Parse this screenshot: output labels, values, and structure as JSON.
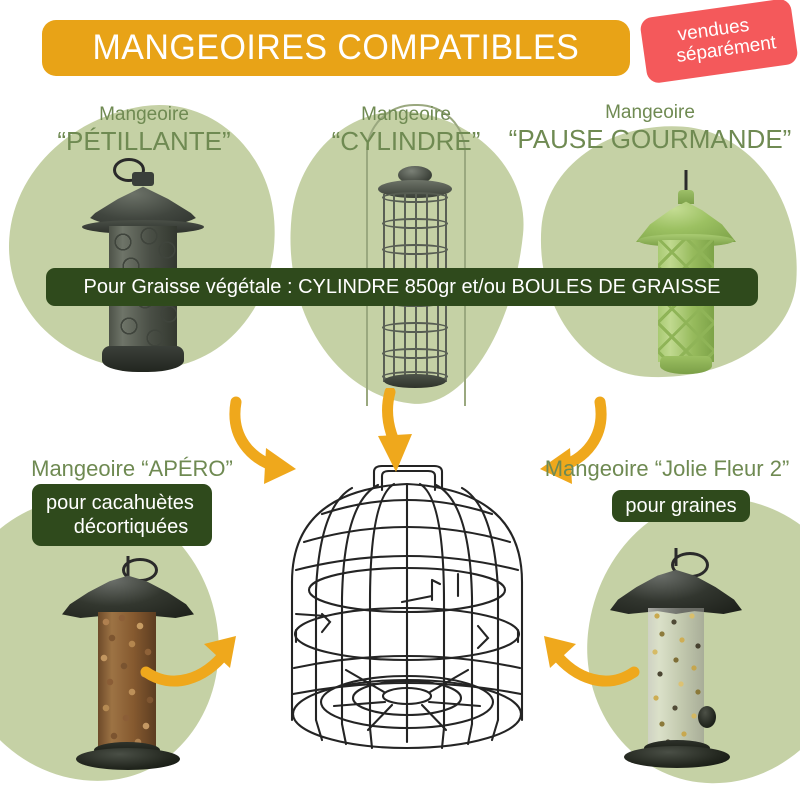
{
  "header": {
    "title": "MANGEOIRES COMPATIBLES",
    "badge": {
      "line1": "vendues",
      "line2": "séparément"
    },
    "colors": {
      "title_bar": "#E8A317",
      "badge": "#F4595B",
      "badge_text": "#FFFFFF",
      "title_text": "#FFFFFF"
    }
  },
  "palette": {
    "background": "#FFFFFF",
    "blob_green": "#C5D1A5",
    "caption_green": "#6F8A52",
    "tag_dark_green": "#2F4A1C",
    "arrow_orange": "#EFA81C",
    "wire_black": "#242424",
    "feeder_light_green": "#9CC162",
    "feeder_dark_grey": "#3F443C"
  },
  "top_row": [
    {
      "id": "petillante",
      "caption_prefix": "Mangeoire",
      "caption_name": "“PÉTILLANTE”",
      "icon": "bird-feeder-fat-cylinder-icon"
    },
    {
      "id": "cylindre",
      "caption_prefix": "Mangeoire",
      "caption_name": "“CYLINDRE”",
      "icon": "bird-feeder-wire-cylinder-icon"
    },
    {
      "id": "pause-gourmande",
      "caption_prefix": "Mangeoire",
      "caption_name": "“PAUSE GOURMANDE”",
      "icon": "bird-feeder-green-lantern-icon"
    }
  ],
  "banner": {
    "text": "Pour Graisse végétale : CYLINDRE 850gr et/ou BOULES DE GRAISSE"
  },
  "bottom_row": [
    {
      "id": "apero",
      "caption": "Mangeoire “APÉRO”",
      "tag_line1": "pour cacahuètes",
      "tag_line2": "décortiquées",
      "icon": "bird-feeder-peanut-icon"
    },
    {
      "id": "jolie-fleur-2",
      "caption": "Mangeoire “Jolie Fleur 2”",
      "tag_line1": "pour graines",
      "icon": "bird-feeder-seed-icon"
    }
  ],
  "center_product": {
    "icon": "protective-wire-cage-dome-icon"
  },
  "arrows": [
    {
      "id": "arrow-left-top",
      "direction": "down-right",
      "icon": "curved-arrow-icon"
    },
    {
      "id": "arrow-mid-top",
      "direction": "down",
      "icon": "curved-arrow-icon"
    },
    {
      "id": "arrow-right-top",
      "direction": "down-left",
      "icon": "curved-arrow-icon"
    },
    {
      "id": "arrow-left-bot",
      "direction": "right",
      "icon": "curved-arrow-icon"
    },
    {
      "id": "arrow-right-bot",
      "direction": "left",
      "icon": "curved-arrow-icon"
    }
  ]
}
